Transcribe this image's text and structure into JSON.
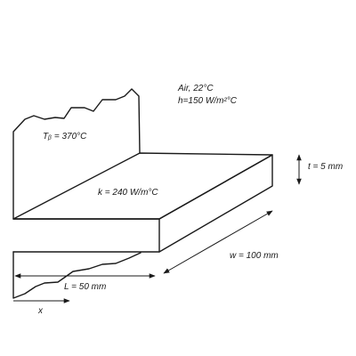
{
  "labels": {
    "air": "Air, 22°C",
    "h": "h=150 W/m²°C",
    "base_temp": "Tᵦ = 370°C",
    "conductivity": "k = 240 W/m°C",
    "thickness": "t = 5 mm",
    "width": "w = 100 mm",
    "length": "L = 50 mm",
    "x_axis": "x"
  }
}
